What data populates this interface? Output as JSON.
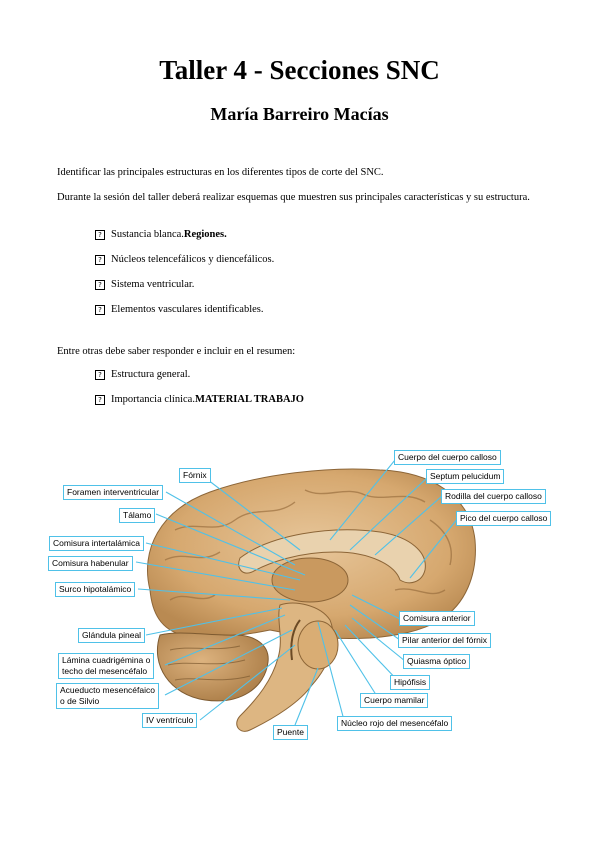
{
  "title": "Taller 4 - Secciones SNC",
  "author": "María Barreiro Macías",
  "intro": "Identificar las principales estructuras en los diferentes tipos de corte del SNC.",
  "session": "Durante la sesión del taller deberá realizar esquemas que muestren sus principales características y su estructura.",
  "list1": [
    {
      "plain": "Sustancia blanca.",
      "bold": " Regiones."
    },
    {
      "plain": "Núcleos telencefálicos y diencefálicos.",
      "bold": ""
    },
    {
      "plain": "Sistema ventricular.",
      "bold": ""
    },
    {
      "plain": "Elementos vasculares identificables.",
      "bold": ""
    }
  ],
  "respond": "Entre otras debe saber responder e incluir en el resumen:",
  "list2": [
    {
      "plain": "Estructura general.",
      "bold": ""
    },
    {
      "plain": "Importancia clínica.",
      "bold": " MATERIAL TRABAJO"
    }
  ],
  "bullet_glyph": "?",
  "figure": {
    "label_border_color": "#4fc1e8",
    "left_labels": {
      "fornix": "Fórnix",
      "foramen": "Foramen interventricular",
      "talamo": "Tálamo",
      "comisura_intertalamica": "Comisura intertalámica",
      "comisura_habenular": "Comisura habenular",
      "surco": "Surco hipotalámico",
      "glandula": "Glándula pineal",
      "lamina_1": "Lámina cuadrigémina o",
      "lamina_2": "techo del mesencéfalo",
      "acueducto_1": "Acueducto mesencéfaico",
      "acueducto_2": "o de Silvio",
      "iv": "IV ventrículo",
      "puente": "Puente"
    },
    "right_labels": {
      "cuerpo_calloso": "Cuerpo del cuerpo calloso",
      "septum": "Septum pelucidum",
      "rodilla": "Rodilla del cuerpo calloso",
      "pico": "Pico del cuerpo calloso",
      "comisura_anterior": "Comisura anterior",
      "pilar": "Pilar anterior del fórnix",
      "quiasma": "Quiasma óptico",
      "hipofisis": "Hipófisis",
      "cuerpo_mamilar": "Cuerpo mamilar",
      "nucleo_rojo": "Núcleo rojo del mesencéfalo"
    }
  }
}
